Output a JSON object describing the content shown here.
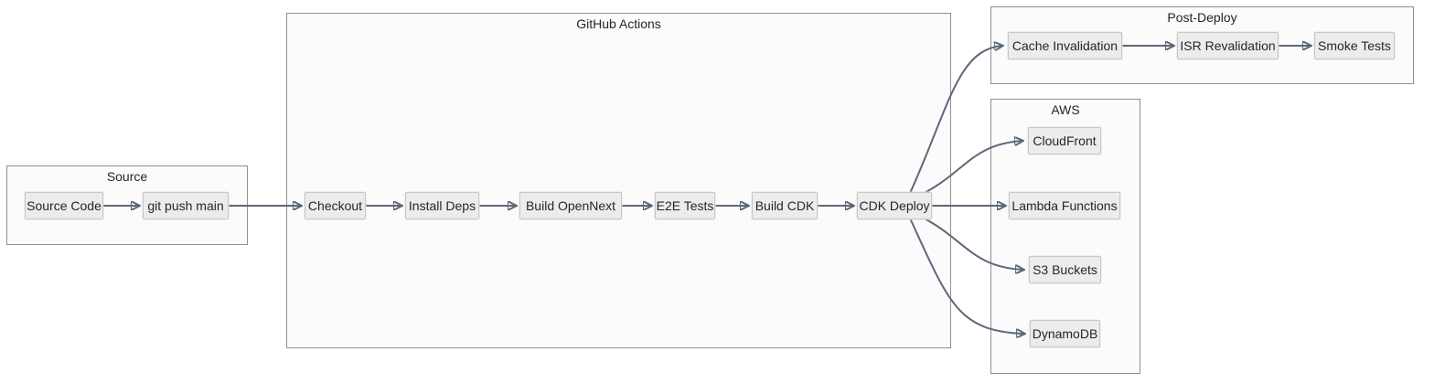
{
  "diagram": {
    "type": "flowchart",
    "direction": "left-to-right",
    "colors": {
      "edge": "#5d6878",
      "node_fill": "#ececec",
      "node_border": "#c8c8c8",
      "subgraph_fill": "#fbfbfb",
      "subgraph_border": "#909090",
      "text": "#262626",
      "background": "#ffffff"
    },
    "subgraphs": {
      "source": {
        "title": "Source"
      },
      "github_actions": {
        "title": "GitHub Actions"
      },
      "post_deploy": {
        "title": "Post-Deploy"
      },
      "aws": {
        "title": "AWS"
      }
    },
    "nodes": {
      "source_code": "Source Code",
      "git_push_main": "git push main",
      "checkout": "Checkout",
      "install_deps": "Install Deps",
      "build_opennext": "Build OpenNext",
      "e2e_tests": "E2E Tests",
      "build_cdk": "Build CDK",
      "cdk_deploy": "CDK Deploy",
      "cache_invalidation": "Cache Invalidation",
      "isr_revalidation": "ISR Revalidation",
      "smoke_tests": "Smoke Tests",
      "cloudfront": "CloudFront",
      "lambda_functions": "Lambda Functions",
      "s3_buckets": "S3 Buckets",
      "dynamodb": "DynamoDB"
    },
    "edges": [
      {
        "from": "Source Code",
        "to": "git push main"
      },
      {
        "from": "git push main",
        "to": "Checkout"
      },
      {
        "from": "Checkout",
        "to": "Install Deps"
      },
      {
        "from": "Install Deps",
        "to": "Build OpenNext"
      },
      {
        "from": "Build OpenNext",
        "to": "E2E Tests"
      },
      {
        "from": "E2E Tests",
        "to": "Build CDK"
      },
      {
        "from": "Build CDK",
        "to": "CDK Deploy"
      },
      {
        "from": "CDK Deploy",
        "to": "Cache Invalidation"
      },
      {
        "from": "CDK Deploy",
        "to": "CloudFront"
      },
      {
        "from": "CDK Deploy",
        "to": "Lambda Functions"
      },
      {
        "from": "CDK Deploy",
        "to": "S3 Buckets"
      },
      {
        "from": "CDK Deploy",
        "to": "DynamoDB"
      },
      {
        "from": "Cache Invalidation",
        "to": "ISR Revalidation"
      },
      {
        "from": "ISR Revalidation",
        "to": "Smoke Tests"
      }
    ]
  }
}
